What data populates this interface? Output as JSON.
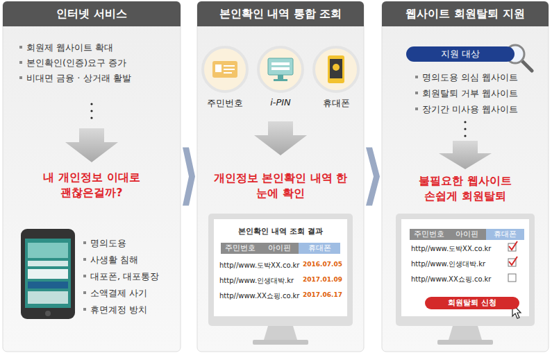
{
  "diagram": {
    "nodes": [
      {
        "text": [
          "인터넷 서비스"
        ]
      },
      {
        "text": [
          "본인확인 내역 통합 조회"
        ]
      },
      {
        "text": [
          "웹사이트 회원탈퇴 지원"
        ]
      },
      {
        "text": [
          "주민번호"
        ],
        "in": 1
      },
      {
        "text": [
          "i-PIN"
        ],
        "in": 1
      },
      {
        "text": [
          "휴대폰"
        ],
        "in": 1
      },
      {
        "text": [
          "본인확인 내역 조회 결과"
        ],
        "in": 1
      },
      {
        "text": [
          "지원 대상"
        ],
        "in": 2
      },
      {
        "text": [
          "회원탈퇴 신청"
        ],
        "in": 2
      }
    ],
    "edges": [
      {
        "from": 0,
        "to": 1,
        "arrow": "to"
      },
      {
        "from": 1,
        "to": 2,
        "arrow": "to"
      }
    ],
    "labels": [
      "회원제 웹사이트 확대",
      "본인확인(인증)요구 증가",
      "비대면 금융 · 상거래 활발",
      "내 개인정보 이대로 괜찮은걸까?",
      "명의도용",
      "사생활 침해",
      "대포폰, 대포통장",
      "소액결제 사기",
      "휴면계정 방치",
      "개인정보 본인확인 내역 한눈에 확인",
      "주민번호",
      "아이핀",
      "휴대폰",
      "http//www.도박XX.co.kr",
      "2016.07.05",
      "http//www.인생대박.kr",
      "2017.01.09",
      "http//www.XX쇼핑.co.kr",
      "2017.06.17",
      "명의도용 의심 웹사이트",
      "회원탈퇴 거부 웹사이트",
      "장기간 미사용 웹사이트",
      "불필요한 웹사이트 손쉽게 회원탈퇴",
      "주민번호",
      "아이핀",
      "휴대폰",
      "http//www.도박XX.co.kr",
      "http//www.인생대박.kr",
      "http//www.XX쇼핑.co.kr"
    ]
  }
}
